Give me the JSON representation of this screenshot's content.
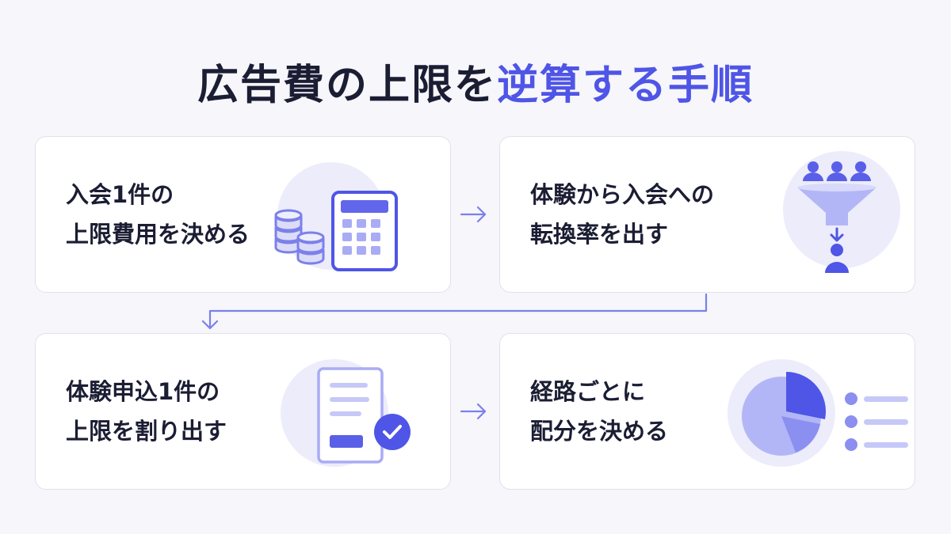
{
  "title": {
    "main": "広告費の上限を",
    "accent": "逆算する手順"
  },
  "steps": [
    {
      "line1": "入会1件の",
      "line2": "上限費用を決める",
      "icon": "calculator-coins-icon"
    },
    {
      "line1": "体験から入会への",
      "line2": "転換率を出す",
      "icon": "funnel-people-icon"
    },
    {
      "line1": "体験申込1件の",
      "line2": "上限を割り出す",
      "icon": "document-check-icon"
    },
    {
      "line1": "経路ごとに",
      "line2": "配分を決める",
      "icon": "pie-chart-list-icon"
    }
  ],
  "colors": {
    "accent": "#4f55e6",
    "accent_light": "#a9acf4",
    "accent_pale": "#ececfb",
    "text": "#1b1d33"
  }
}
